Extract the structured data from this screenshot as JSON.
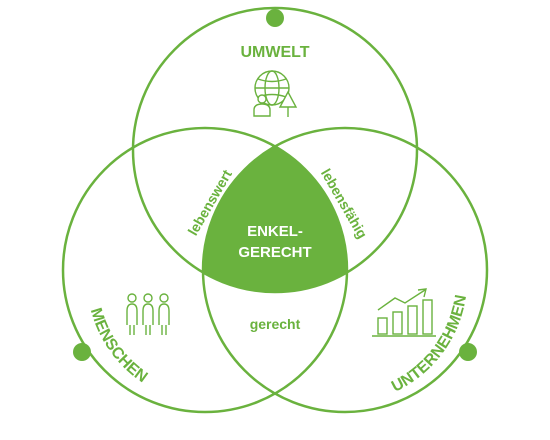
{
  "colors": {
    "accent": "#6ab23e",
    "center_text": "#ffffff",
    "background": "#ffffff"
  },
  "circles": {
    "top": {
      "label": "UMWELT",
      "icon": "globe-people-tree-icon"
    },
    "left": {
      "label": "MENSCHEN",
      "icon": "people-group-icon"
    },
    "right": {
      "label": "UNTERNEHMEN",
      "icon": "growth-chart-icon"
    }
  },
  "overlaps": {
    "top_left": "lebenswert",
    "top_right": "lebensfähig",
    "left_right": "gerecht"
  },
  "center": {
    "line1": "ENKEL-",
    "line2": "GERECHT"
  }
}
